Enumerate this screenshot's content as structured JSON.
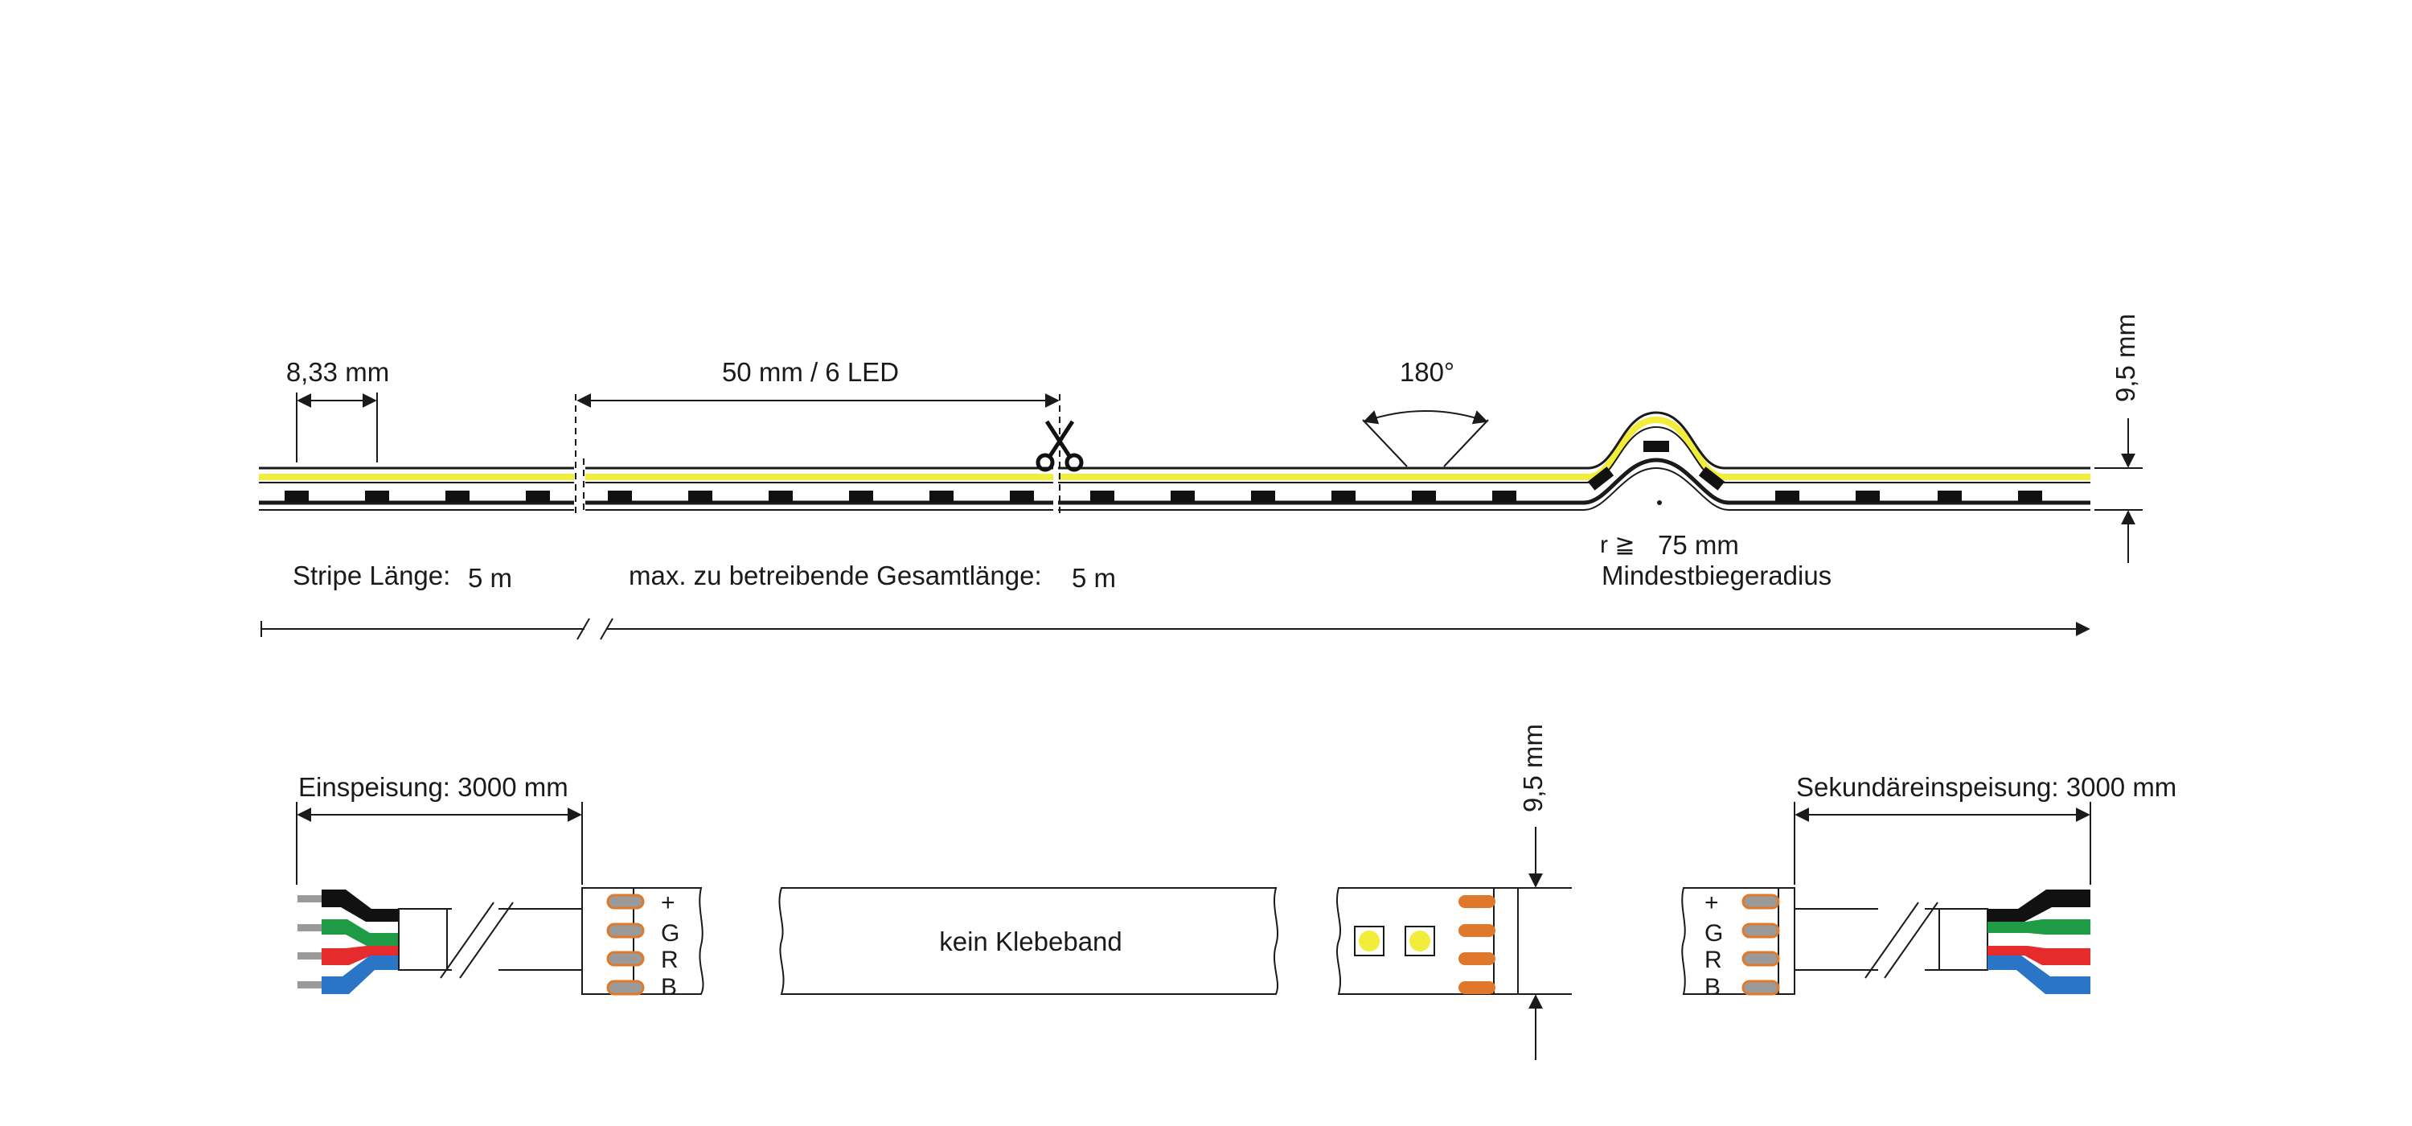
{
  "top": {
    "led_pitch": "8,33 mm",
    "segment": "50 mm / 6 LED",
    "angle": "180°",
    "height": "9,5 mm",
    "radius_symbol": "r ≧",
    "radius_value": "75 mm",
    "radius_label": "Mindestbiegeradius",
    "stripe_label": "Stripe Länge:",
    "stripe_value": "5 m",
    "max_label": "max. zu betreibende Gesamtlänge:",
    "max_value": "5 m"
  },
  "bottom": {
    "feed": "Einspeisung: 3000 mm",
    "secondary_feed": "Sekundäreinspeisung: 3000 mm",
    "no_tape": "kein Klebeband",
    "height": "9,5 mm",
    "pin_plus": "+",
    "pin_g": "G",
    "pin_r": "R",
    "pin_b": "B"
  },
  "colors": {
    "outline": "#1a1a1a",
    "led_yellow": "#f2ec3a",
    "wire_black": "#111111",
    "wire_green": "#1f9a45",
    "wire_red": "#e52b2b",
    "wire_blue": "#2a75c5",
    "pad_orange": "#e0782c",
    "pad_grey": "#9a9a9a",
    "pin_grey": "#9a9a9a"
  },
  "icons": [
    "scissors-icon",
    "led-chip-icon"
  ]
}
